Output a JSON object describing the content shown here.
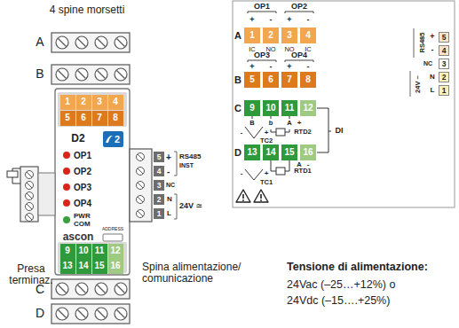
{
  "diagram": {
    "nodes": [
      {
        "text": [
          "1"
        ]
      },
      {
        "text": [
          "2"
        ]
      },
      {
        "text": [
          "3"
        ]
      },
      {
        "text": [
          "4"
        ]
      },
      {
        "text": [
          "5"
        ]
      },
      {
        "text": [
          "6"
        ]
      },
      {
        "text": [
          "7"
        ]
      },
      {
        "text": [
          "8"
        ]
      },
      {
        "text": [
          "9"
        ]
      },
      {
        "text": [
          "10"
        ]
      },
      {
        "text": [
          "11"
        ]
      },
      {
        "text": [
          "12"
        ]
      },
      {
        "text": [
          "13"
        ]
      },
      {
        "text": [
          "14"
        ]
      },
      {
        "text": [
          "15"
        ]
      },
      {
        "text": [
          "16"
        ]
      },
      {
        "text": [
          "5"
        ]
      },
      {
        "text": [
          "4"
        ]
      },
      {
        "text": [
          "3"
        ]
      },
      {
        "text": [
          "2"
        ]
      },
      {
        "text": [
          "1"
        ]
      },
      {
        "text": [
          "1"
        ]
      },
      {
        "text": [
          "2"
        ]
      },
      {
        "text": [
          "3"
        ]
      },
      {
        "text": [
          "4"
        ]
      },
      {
        "text": [
          "5"
        ]
      },
      {
        "text": [
          "6"
        ]
      },
      {
        "text": [
          "7"
        ]
      },
      {
        "text": [
          "8"
        ]
      },
      {
        "text": [
          "9"
        ]
      },
      {
        "text": [
          "10"
        ]
      },
      {
        "text": [
          "11"
        ]
      },
      {
        "text": [
          "12"
        ]
      },
      {
        "text": [
          "13"
        ]
      },
      {
        "text": [
          "14"
        ]
      },
      {
        "text": [
          "15"
        ]
      },
      {
        "text": [
          "16"
        ]
      },
      {
        "text": [
          "5"
        ]
      },
      {
        "text": [
          "4"
        ]
      },
      {
        "text": [
          "3"
        ]
      },
      {
        "text": [
          "2"
        ]
      },
      {
        "text": [
          "1"
        ]
      }
    ],
    "labels": [
      "4 spine morsetti",
      "A",
      "B",
      "C",
      "D",
      "D2",
      "2",
      "OP1",
      "OP2",
      "OP3",
      "OP4",
      "PWR",
      "COM",
      "ascon",
      "ADDRESS",
      "+",
      "RS485",
      "INST",
      "-",
      "NC",
      "N",
      "L",
      "24V ≃",
      "Presa terminaz.",
      "Spina alimentazione/ comunicazione",
      "OP1",
      "OP2",
      "+",
      "-",
      "+",
      "-",
      "A",
      "IC",
      "NO",
      "NO",
      "IC",
      "OP3",
      "OP4",
      "+",
      "-",
      "+",
      "-",
      "B",
      "C",
      "B",
      "b",
      "A",
      "+",
      "-",
      "+",
      "TC2",
      "RTD2",
      "D",
      "A",
      "-",
      "-",
      "+",
      "TC1",
      "RTD1",
      "DI",
      "RS485",
      "+",
      "-",
      "NC",
      "N",
      "24V ~",
      "L",
      "Tensione di alimentazione:",
      "24Vac (–25…+12%) o",
      "24Vdc (–15….+25%)"
    ]
  }
}
